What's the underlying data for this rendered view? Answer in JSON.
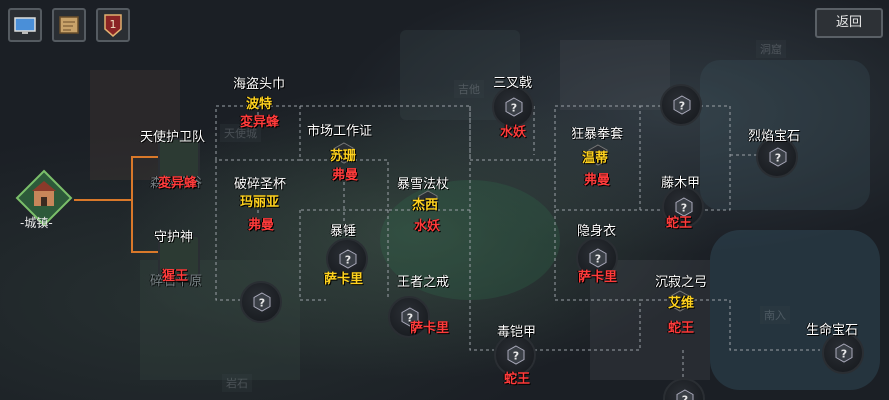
{
  "toolbar": {
    "back_label": "返回",
    "buttons": [
      {
        "name": "monitor-icon"
      },
      {
        "name": "map-scroll-icon"
      },
      {
        "name": "level-badge-icon",
        "badge": "1"
      }
    ]
  },
  "map_labels": {
    "cave": "洞窟",
    "south": "南入",
    "top": "吉他",
    "left": "天使城",
    "bottom": "岩石"
  },
  "start": {
    "label": "-城镇-"
  },
  "branch_labels": {
    "b1": {
      "title": "天使护卫队",
      "sub": "森林峰谷",
      "sub_red": "変异蜂"
    },
    "b2": {
      "title": "守护神",
      "sub": "碎石平原",
      "sub_red": "猩王"
    }
  },
  "nodes": [
    {
      "id": "n1",
      "title": "海盗头巾",
      "sub1": "波特",
      "sub2": "変异蜂"
    },
    {
      "id": "n2",
      "title": "破碎圣杯",
      "sub1": "玛丽亚",
      "sub2": "弗曼"
    },
    {
      "id": "n3",
      "title": "市场工作证",
      "sub1": "苏珊",
      "sub2": "弗曼"
    },
    {
      "id": "n4",
      "title": "暴锤",
      "sub1": "萨卡里"
    },
    {
      "id": "n5",
      "title": "三叉戟",
      "sub2": "水妖"
    },
    {
      "id": "n6",
      "title": "暴雪法杖",
      "sub1": "杰西",
      "sub2": "水妖"
    },
    {
      "id": "n7",
      "title": "王者之戒",
      "sub2": "萨卡里"
    },
    {
      "id": "n8",
      "title": "毒铠甲",
      "sub2": "蛇王"
    },
    {
      "id": "n9",
      "title": "狂暴拳套",
      "sub1": "温蒂",
      "sub2": "弗曼"
    },
    {
      "id": "n10",
      "title": "隐身衣",
      "sub2": "萨卡里"
    },
    {
      "id": "n11",
      "title": "藤木甲",
      "sub2": "蛇王"
    },
    {
      "id": "n12",
      "title": "沉寂之弓",
      "sub1": "艾维",
      "sub2": "蛇王"
    },
    {
      "id": "n13",
      "title": "烈焰宝石"
    },
    {
      "id": "n14",
      "title": "生命宝石"
    }
  ],
  "colors": {
    "accent_red": "#ff3b3b",
    "accent_yellow": "#ffd21e",
    "link_orange": "#d9782a"
  }
}
